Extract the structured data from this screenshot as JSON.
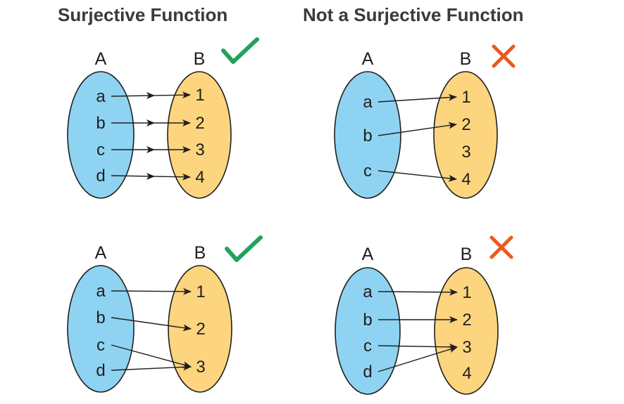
{
  "headings": {
    "left": "Surjective Function",
    "right": "Not a Surjective Function"
  },
  "colors": {
    "set_a": "#8fd3f2",
    "set_b": "#fdd57e",
    "check": "#1fa35a",
    "cross": "#ea5a1c"
  },
  "panels": [
    {
      "set_a_label": "A",
      "set_b_label": "B",
      "domain": [
        "a",
        "b",
        "c",
        "d"
      ],
      "codomain": [
        "1",
        "2",
        "3",
        "4"
      ],
      "mappings": [
        [
          "a",
          "1"
        ],
        [
          "b",
          "2"
        ],
        [
          "c",
          "3"
        ],
        [
          "d",
          "4"
        ]
      ],
      "status": "check-icon",
      "surjective": true
    },
    {
      "set_a_label": "A",
      "set_b_label": "B",
      "domain": [
        "a",
        "b",
        "c"
      ],
      "codomain": [
        "1",
        "2",
        "3",
        "4"
      ],
      "mappings": [
        [
          "a",
          "1"
        ],
        [
          "b",
          "2"
        ],
        [
          "c",
          "4"
        ]
      ],
      "status": "cross-icon",
      "surjective": false
    },
    {
      "set_a_label": "A",
      "set_b_label": "B",
      "domain": [
        "a",
        "b",
        "c",
        "d"
      ],
      "codomain": [
        "1",
        "2",
        "3"
      ],
      "mappings": [
        [
          "a",
          "1"
        ],
        [
          "b",
          "2"
        ],
        [
          "c",
          "3"
        ],
        [
          "d",
          "3"
        ]
      ],
      "status": "check-icon",
      "surjective": true
    },
    {
      "set_a_label": "A",
      "set_b_label": "B",
      "domain": [
        "a",
        "b",
        "c",
        "d"
      ],
      "codomain": [
        "1",
        "2",
        "3",
        "4"
      ],
      "mappings": [
        [
          "a",
          "1"
        ],
        [
          "b",
          "2"
        ],
        [
          "c",
          "3"
        ],
        [
          "d",
          "3"
        ]
      ],
      "status": "cross-icon",
      "surjective": false
    }
  ]
}
